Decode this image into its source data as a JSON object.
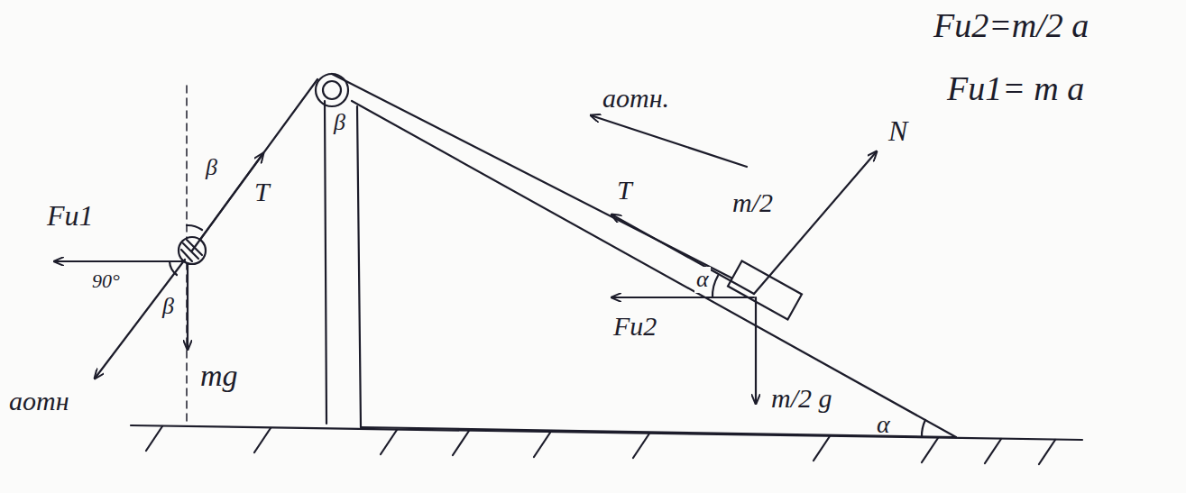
{
  "diagram": {
    "labels": [
      "Fи2=m/2 a",
      "Fи1= m a",
      "aотн.",
      "N",
      "m/2",
      "T",
      "α",
      "Fи2",
      "m/2 g",
      "α",
      "Fи1",
      "β",
      "T",
      "β",
      "90°",
      "β",
      "aотн",
      "mg"
    ]
  }
}
